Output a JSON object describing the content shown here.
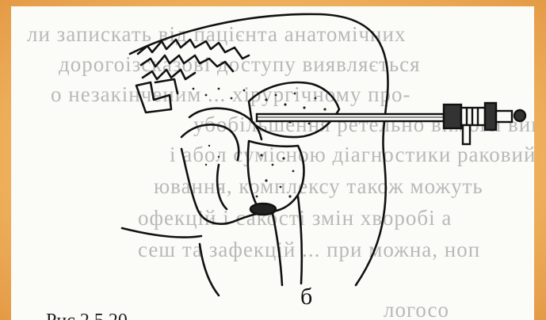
{
  "figure": {
    "label": "б",
    "caption": "Рис 2 5 20"
  },
  "background_text": [
    "ли запискать від пацієнта анатомічних",
    "дорогоізсказові доступу виявляється",
    "о незакінченим ... хірургічному про-",
    "убобільшення ретельно вимоги винної-",
    "і абол сумісною діагностики раковий-",
    "ювання, комплексу також можуть",
    "офекцій і сакості змін хворобі а",
    "сеш та зафекцій ... при можна, ноп",
    "логосо"
  ],
  "colors": {
    "frame": "#f0b25f",
    "page": "#fbfbf8",
    "ink": "#111111",
    "ghost_text": "#b9b9b9"
  }
}
